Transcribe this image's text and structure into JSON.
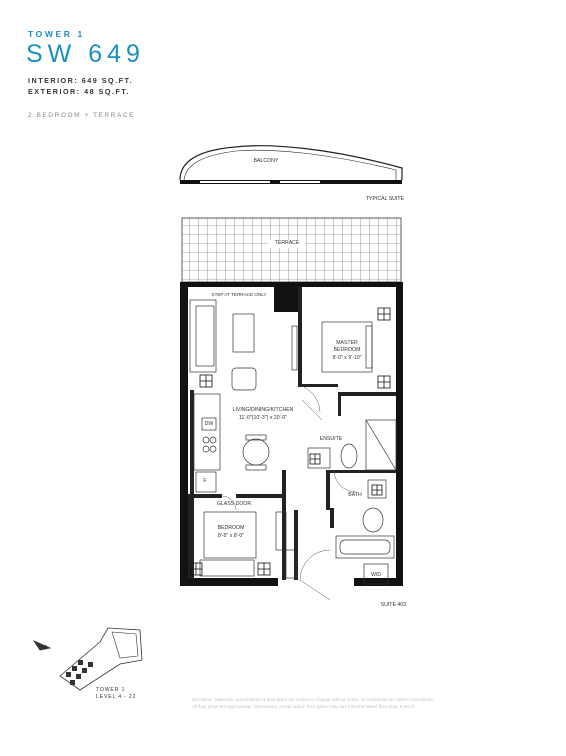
{
  "header": {
    "tower": "TOWER 1",
    "suite": "SW 649",
    "interior": "INTERIOR: 649 SQ.FT.",
    "exterior": "EXTERIOR: 48 SQ.FT.",
    "type": "2 BEDROOM + TERRACE"
  },
  "plan": {
    "balcony": "BALCONY",
    "typical_suite": "TYPICAL SUITE",
    "terrace": "TERRACE",
    "step": "STEP AT TERRACE ONLY",
    "master_bedroom": "MASTER BEDROOM",
    "master_dims": "9'-0\" x 9'-10\"",
    "living": "LIVING/DINING/KITCHEN",
    "living_dims": "11'-0\"(10'-3\") x 20'-0\"",
    "ensuite": "ENSUITE",
    "dw": "DW",
    "fridge": "F",
    "glass_door": "GLASS DOOR",
    "bath": "BATH",
    "bedroom": "BEDROOM",
    "bedroom_dims": "8'-5\" x 8'-0\"",
    "wd": "W/D",
    "suite_no": "SUITE 403"
  },
  "keyplan": {
    "tower": "TOWER 1",
    "level": "LEVEL 4 - 22",
    "north": "N"
  },
  "disclaimer": {
    "line1": "Disclaimer: Materials, specifications & floor plans are subject to change without notice. All renderings are artist's conceptions.",
    "line2": "All floor plans are approximate. Dimensions: Actual usable floor space may vary from the stated floor area. E.&O.E."
  },
  "colors": {
    "accent": "#1c8fc0",
    "wall": "#111111"
  }
}
